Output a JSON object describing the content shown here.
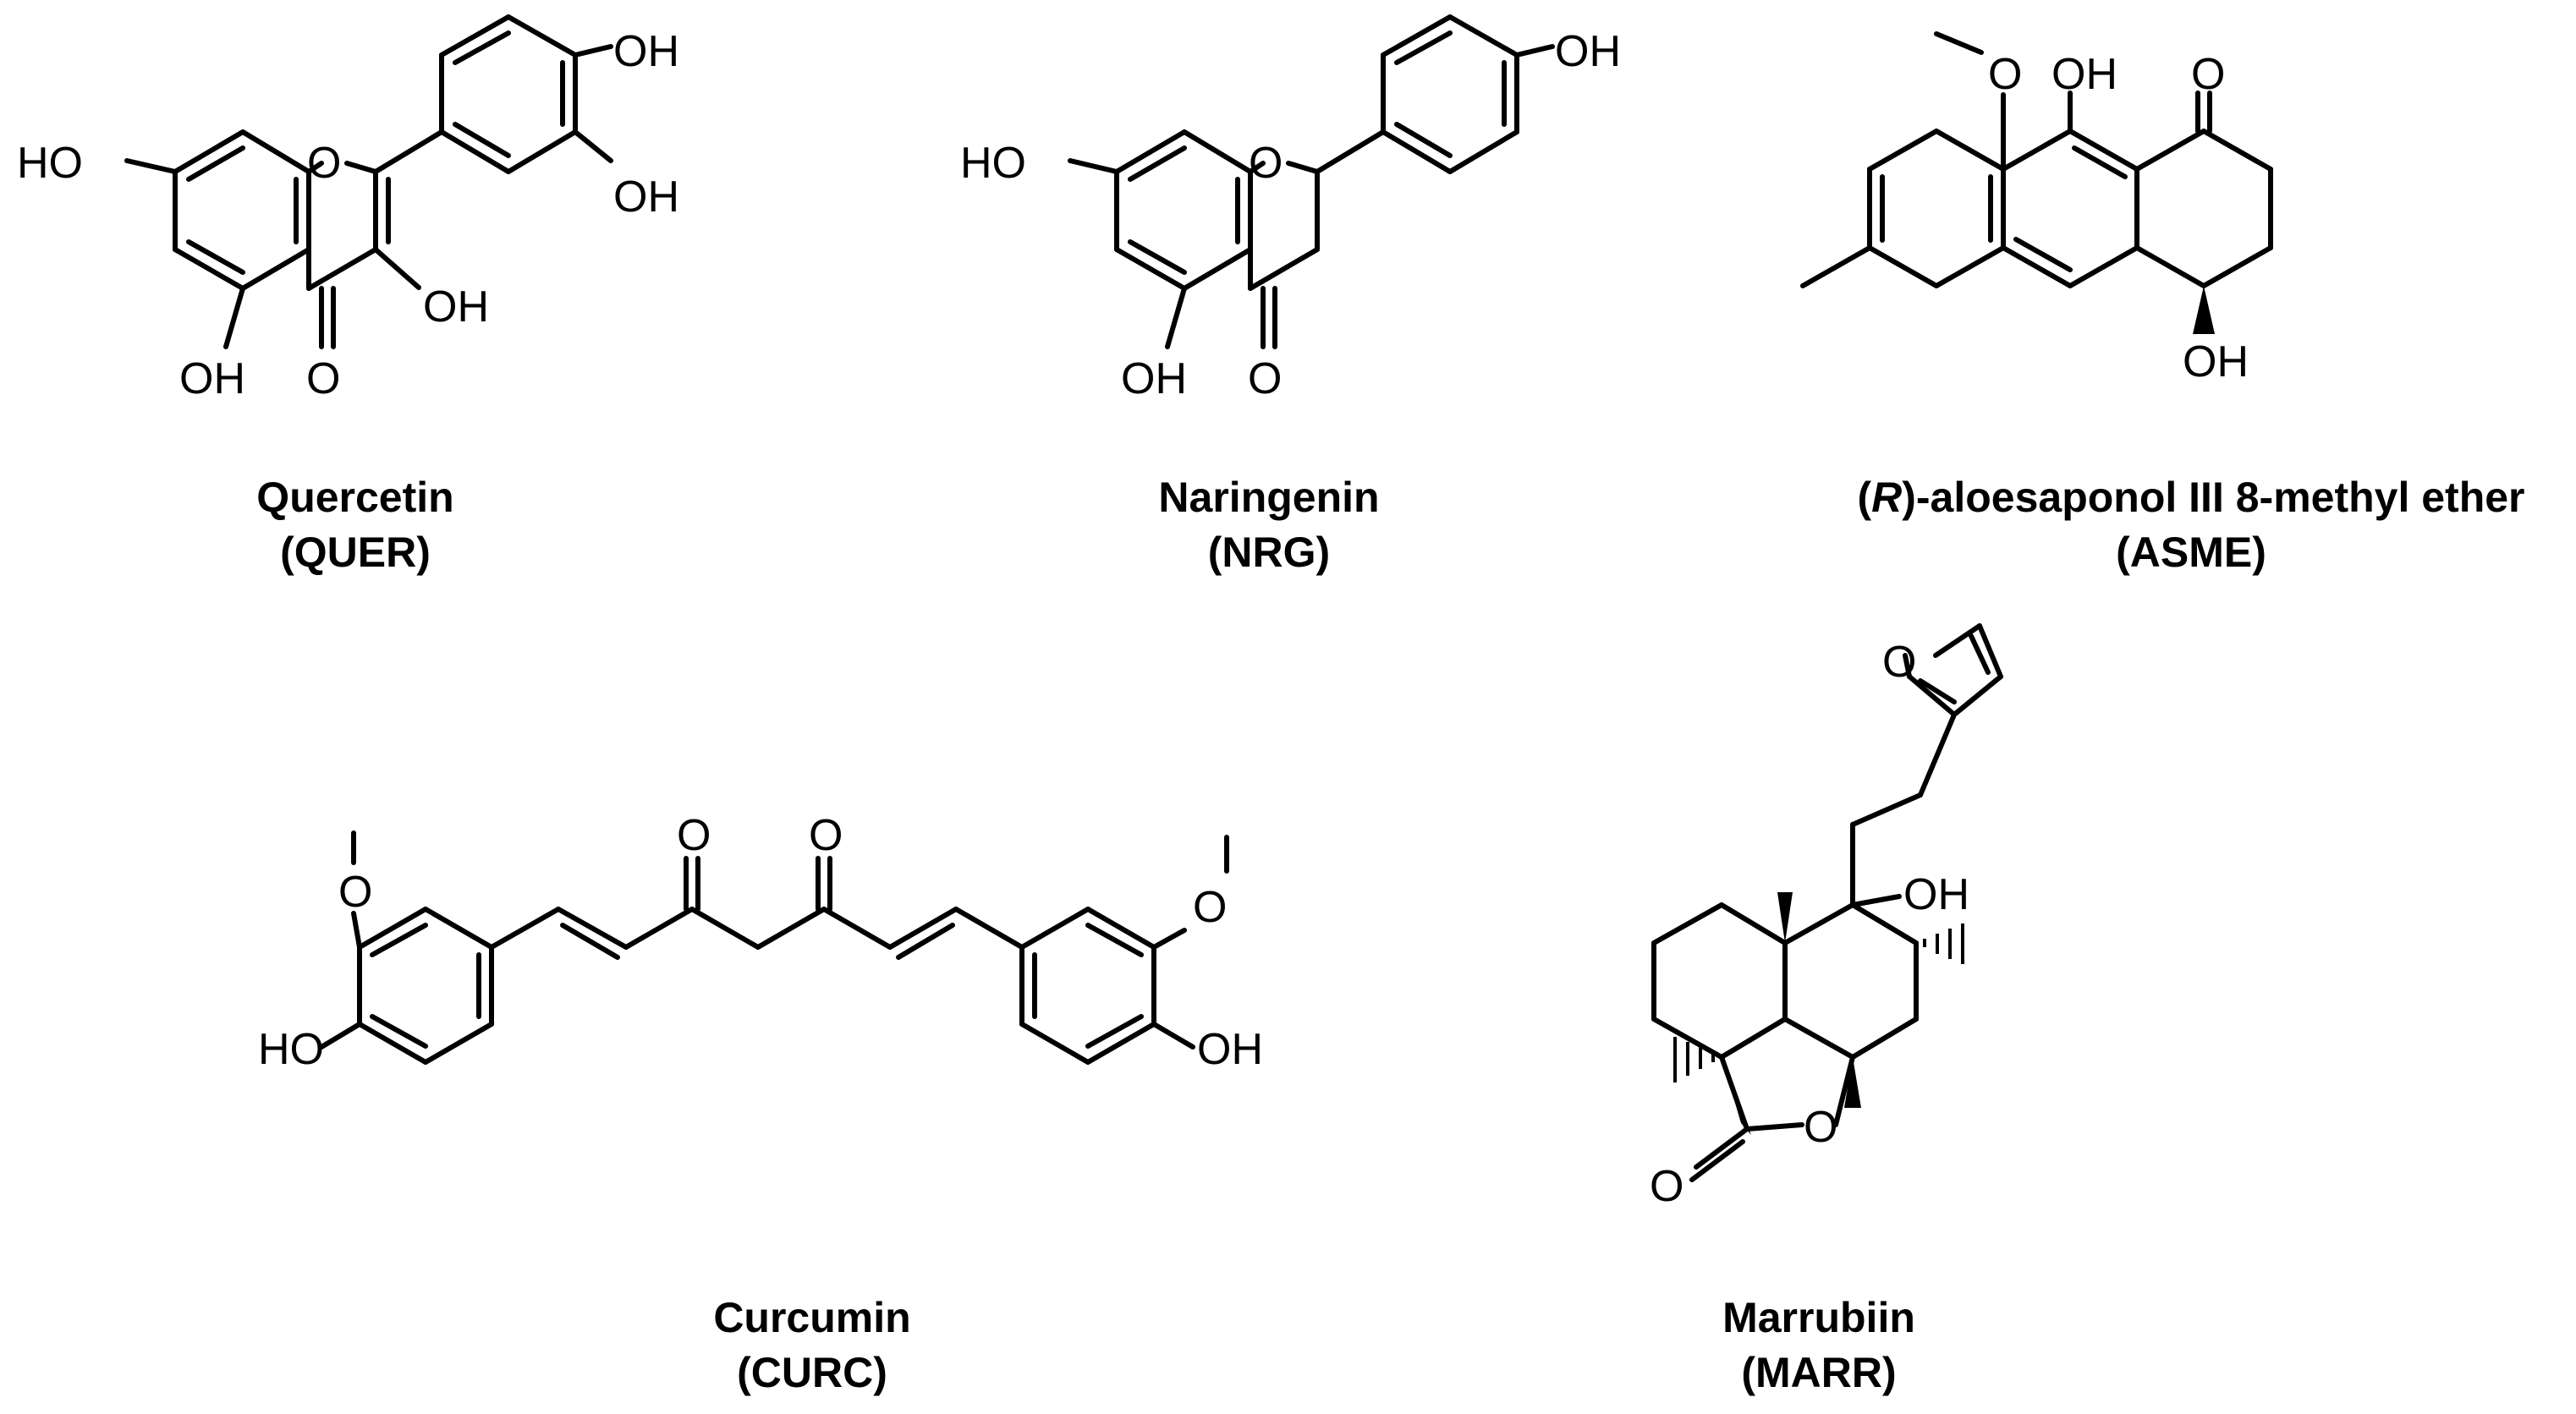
{
  "molecules": [
    {
      "name": "Quercetin",
      "abbr": "(QUER)",
      "labels": {
        "oh_4p": "OH",
        "oh_3p": "OH",
        "ho_7": "HO",
        "ring_o": "O",
        "oh_3": "OH",
        "oh_5": "OH",
        "carbonyl_o": "O"
      }
    },
    {
      "name": "Naringenin",
      "abbr": "(NRG)",
      "labels": {
        "oh_4p": "OH",
        "ho_7": "HO",
        "ring_o": "O",
        "oh_5": "OH",
        "carbonyl_o": "O"
      }
    },
    {
      "name_prefix": "(",
      "name_italic": "R",
      "name_suffix": ")-aloesaponol III 8-methyl ether",
      "abbr": "(ASME)",
      "labels": {
        "methoxy_o": "O",
        "oh_9": "OH",
        "carbonyl_o": "O",
        "oh_4": "OH"
      }
    },
    {
      "name": "Curcumin",
      "abbr": "(CURC)",
      "labels": {
        "methoxy_o_left": "O",
        "ho_left": "HO",
        "keto_o_1": "O",
        "keto_o_2": "O",
        "methoxy_o_right": "O",
        "oh_right": "OH"
      }
    },
    {
      "name": "Marrubiin",
      "abbr": "(MARR)",
      "labels": {
        "furan_o": "O",
        "oh": "OH",
        "lactone_ring_o": "O",
        "lactone_carbonyl_o": "O"
      }
    }
  ]
}
